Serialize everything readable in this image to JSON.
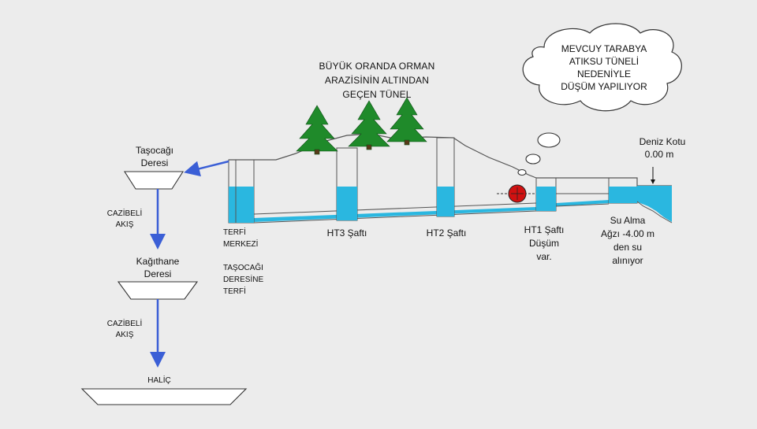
{
  "top_title": [
    "BÜYÜK ORANDA ORMAN",
    "ARAZİSİNİN ALTINDAN",
    "GEÇEN TÜNEL"
  ],
  "cloud_text": [
    "MEVCUY TARABYA",
    "ATIKSU TÜNELİ",
    "NEDENİYLE",
    "DÜŞÜM YAPILIYOR"
  ],
  "deniz_kotu": [
    "Deniz Kotu",
    "0.00 m"
  ],
  "tasocagi_deresi": [
    "Taşocağı",
    "Deresi"
  ],
  "kagithane_deresi": [
    "Kağıthane",
    "Deresi"
  ],
  "cazibeli_akis_1": [
    "CAZİBELİ",
    "AKIŞ"
  ],
  "cazibeli_akis_2": [
    "CAZİBELİ",
    "AKIŞ"
  ],
  "halic": "HALİÇ",
  "terfi_merkezi": [
    "TERFİ",
    "MERKEZİ"
  ],
  "tasocagi_terfi": [
    "TAŞOCAĞI",
    "DERESİNE",
    "TERFİ"
  ],
  "ht3": "HT3 Şaftı",
  "ht2": "HT2 Şaftı",
  "ht1": [
    "HT1 Şaftı",
    "Düşüm",
    "var."
  ],
  "su_alma": [
    "Su Alma",
    "Ağzı -4.00 m",
    "den su",
    "alınıyor"
  ],
  "colors": {
    "water": "#2ab7e0",
    "flow_arrow": "#3b5fd6",
    "tree": "#1f8a2a",
    "drop_marker": "#d11111"
  }
}
